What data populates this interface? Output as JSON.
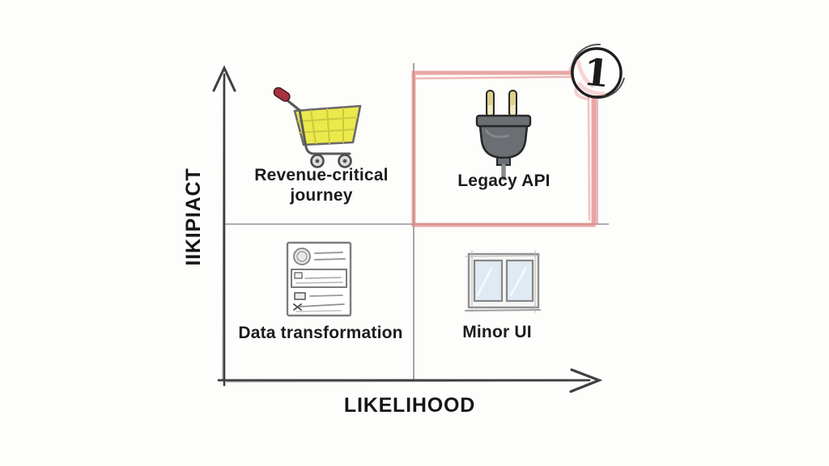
{
  "diagram": {
    "type": "risk-matrix-2x2",
    "x_axis_label": "LIKELIHOOD",
    "y_axis_label": "IIKIPIACT",
    "badge": {
      "value": "1"
    },
    "quadrants": {
      "top_left": {
        "icon": "shopping-cart",
        "label_line1": "Revenue-critical",
        "label_line2": "journey"
      },
      "top_right": {
        "icon": "power-plug",
        "label": "Legacy API",
        "highlighted": true,
        "badge": "1"
      },
      "bottom_left": {
        "icon": "document-form",
        "label": "Data transformation"
      },
      "bottom_right": {
        "icon": "window",
        "label": "Minor UI"
      }
    },
    "colors": {
      "highlight_red": "#e08888",
      "highlight_red_light": "#eda6a6",
      "axis": "#3f3f3f",
      "divider": "#a6a6a6",
      "cart_yellow": "#ece94d",
      "cart_grid": "#c9c53c",
      "cart_handle_red": "#a8333f",
      "plug_gray": "#6b6f73",
      "prong_yellow": "#ddd28a",
      "window_blue": "#dfeaf3",
      "badge_ink": "#1f1f1f"
    }
  }
}
